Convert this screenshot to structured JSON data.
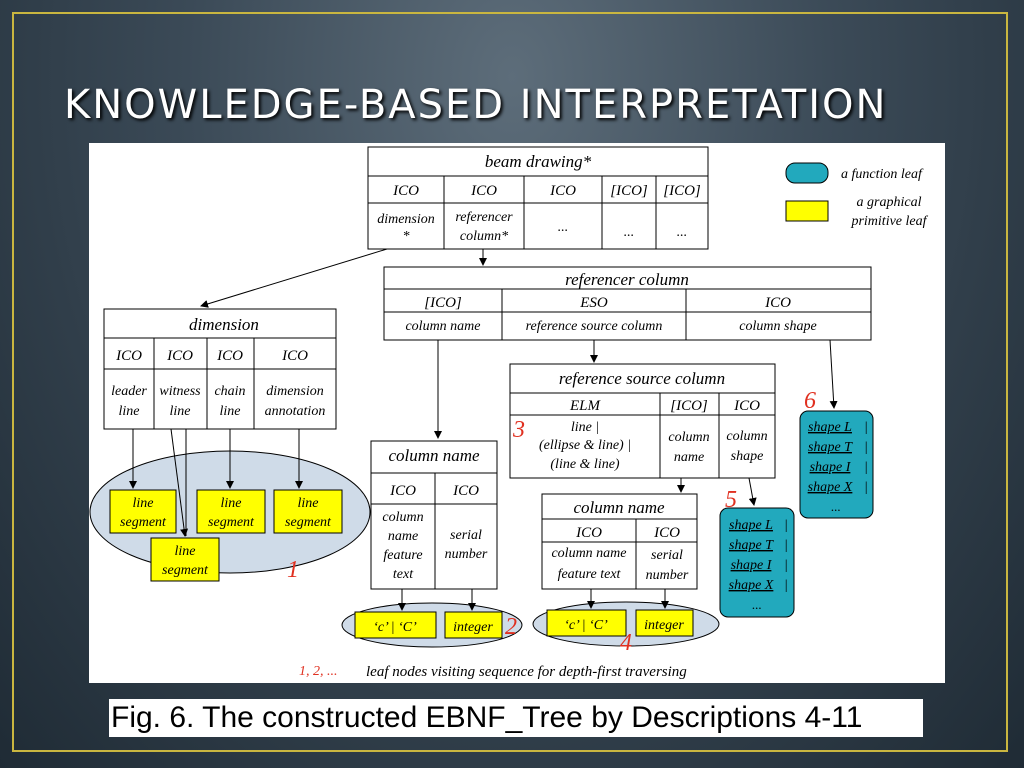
{
  "title": "KNOWLEDGE-BASED INTERPRETATION",
  "caption": "Fig. 6. The constructed EBNF_Tree by Descriptions 4-11",
  "colors": {
    "function_leaf": "#22a9bd",
    "primitive_leaf": "#ffff00",
    "frame": "#c9b640"
  },
  "legend": {
    "function_leaf": "a function leaf",
    "primitive_leaf_1": "a graphical",
    "primitive_leaf_2": "primitive leaf"
  },
  "beam": {
    "title": "beam drawing*",
    "cols": [
      "ICO",
      "ICO",
      "ICO",
      "[ICO]",
      "[ICO]"
    ],
    "c1a": "dimension",
    "c1b": "*",
    "c2a": "referencer",
    "c2b": "column*",
    "dots": "..."
  },
  "refcol": {
    "title": "referencer column",
    "cols": [
      "[ICO]",
      "ESO",
      "ICO"
    ],
    "vals": [
      "column name",
      "reference source column",
      "column shape"
    ]
  },
  "dimension": {
    "title": "dimension",
    "cols": [
      "ICO",
      "ICO",
      "ICO",
      "ICO"
    ],
    "v1a": "leader",
    "v1b": "line",
    "v2a": "witness",
    "v2b": "line",
    "v3a": "chain",
    "v3b": "line",
    "v4a": "dimension",
    "v4b": "annotation"
  },
  "line_segment_1": "line",
  "line_segment_2": "segment",
  "rsc": {
    "title": "reference source column",
    "cols": [
      "ELM",
      "[ICO]",
      "ICO"
    ],
    "elm1": "line |",
    "elm2": "(ellipse & line) |",
    "elm3": "(line & line)",
    "v2a": "column",
    "v2b": "name",
    "v3a": "column",
    "v3b": "shape"
  },
  "cn1": {
    "title": "column name",
    "cols": [
      "ICO",
      "ICO"
    ],
    "v1a": "column",
    "v1b": "name",
    "v1c": "feature",
    "v1d": "text",
    "v2a": "serial",
    "v2b": "number"
  },
  "cn2": {
    "title": "column name",
    "cols": [
      "ICO",
      "ICO"
    ],
    "v1a": "column name",
    "v1b": "feature text",
    "v2a": "serial",
    "v2b": "number"
  },
  "leaf_c": "‘c’  |  ‘C’",
  "leaf_int": "integer",
  "shapes": [
    "shape L",
    "shape T",
    "shape I",
    "shape X"
  ],
  "pipe": "|",
  "shape_dots": "...",
  "seq": {
    "n1": "1",
    "n2": "2",
    "n3": "3",
    "n4": "4",
    "n5": "5",
    "n6": "6"
  },
  "footer": {
    "nums": "1, 2, ...",
    "text": "leaf nodes visiting sequence for depth-first traversing"
  }
}
